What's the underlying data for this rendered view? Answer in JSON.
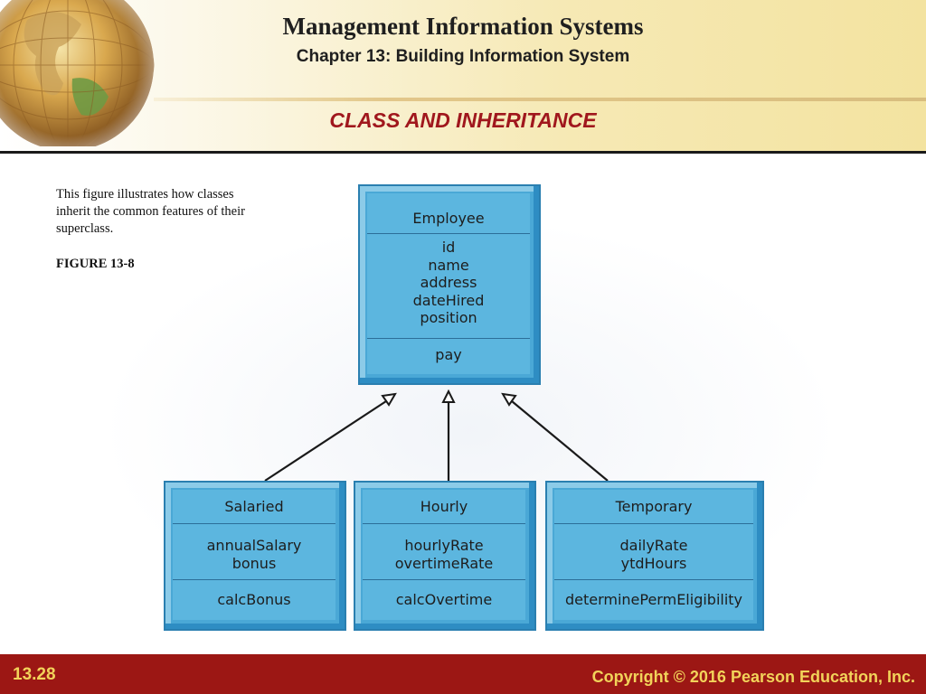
{
  "header": {
    "title": "Management Information Systems",
    "subtitle": "Chapter 13: Building Information System",
    "section_title": "CLASS AND INHERITANCE"
  },
  "caption": {
    "text": "This figure illustrates how classes inherit the common features of their superclass.",
    "figure_label": "FIGURE 13-8"
  },
  "diagram": {
    "superclass": {
      "name": "Employee",
      "attributes": [
        "id",
        "name",
        "address",
        "dateHired",
        "position"
      ],
      "methods": [
        "pay"
      ]
    },
    "subclasses": [
      {
        "name": "Salaried",
        "attributes": [
          "annualSalary",
          "bonus"
        ],
        "methods": [
          "calcBonus"
        ]
      },
      {
        "name": "Hourly",
        "attributes": [
          "hourlyRate",
          "overtimeRate"
        ],
        "methods": [
          "calcOvertime"
        ]
      },
      {
        "name": "Temporary",
        "attributes": [
          "dailyRate",
          "ytdHours"
        ],
        "methods": [
          "determinePermEligibility"
        ]
      }
    ]
  },
  "footer": {
    "slide_number": "13.28",
    "copyright": "Copyright © 2016 Pearson Education, Inc."
  },
  "colors": {
    "accent_red": "#a0171d",
    "footer_bg": "#9c1714",
    "footer_text": "#f2d35a",
    "class_fill": "#5cb6df"
  }
}
